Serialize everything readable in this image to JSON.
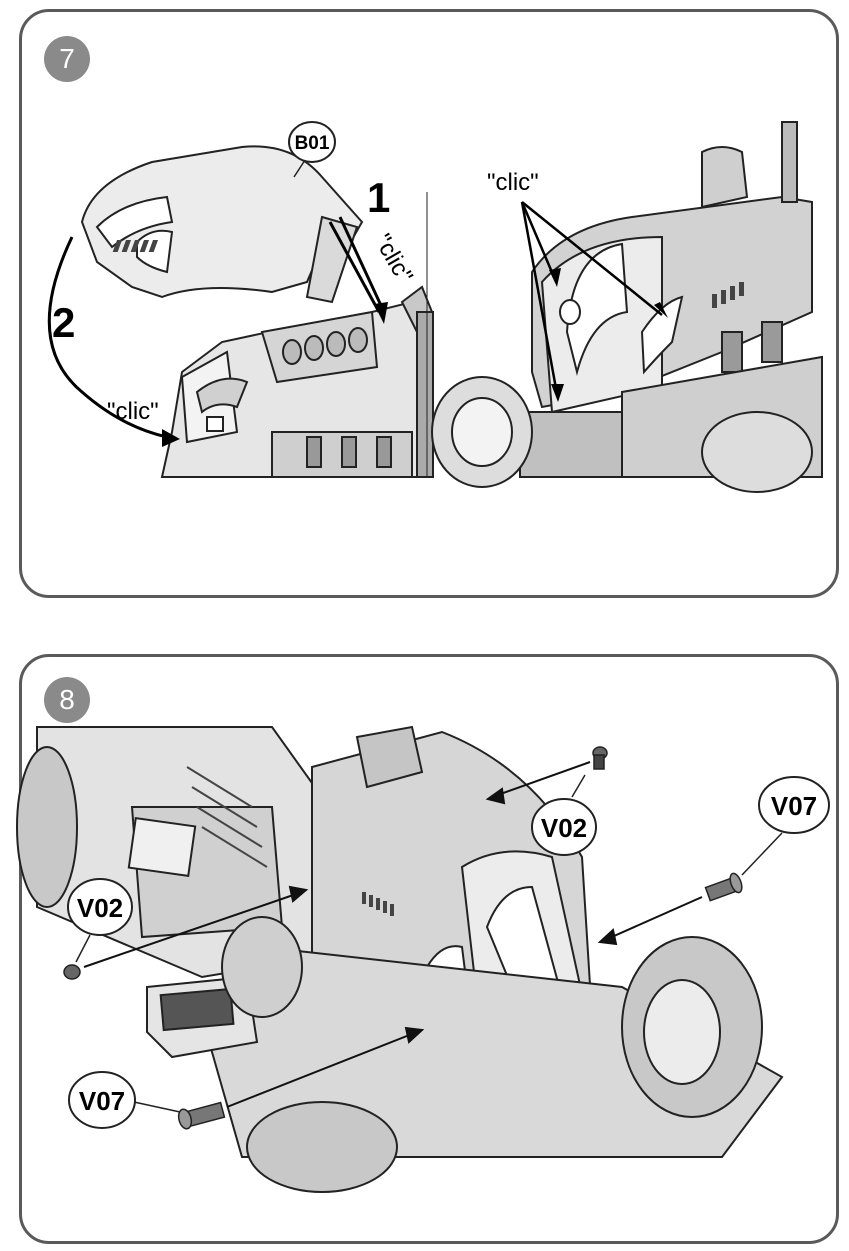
{
  "steps": {
    "step7": {
      "number": "7",
      "part_label": "B01",
      "arrow_number_1": "1",
      "arrow_number_2": "2",
      "clic_left_slanted": "\"clic\"",
      "clic_left_bottom": "\"clic\"",
      "clic_right": "\"clic\""
    },
    "step8": {
      "number": "8",
      "screw_v02_top": "V02",
      "screw_v07_right": "V07",
      "screw_v02_left": "V02",
      "screw_v07_bottom": "V07"
    }
  },
  "colors": {
    "panel_border": "#5a5a5a",
    "badge": "#8a8a8a",
    "line_art": "#222222",
    "part_fill": "#e6e6e6",
    "dark_fill": "#9a9a9a"
  }
}
